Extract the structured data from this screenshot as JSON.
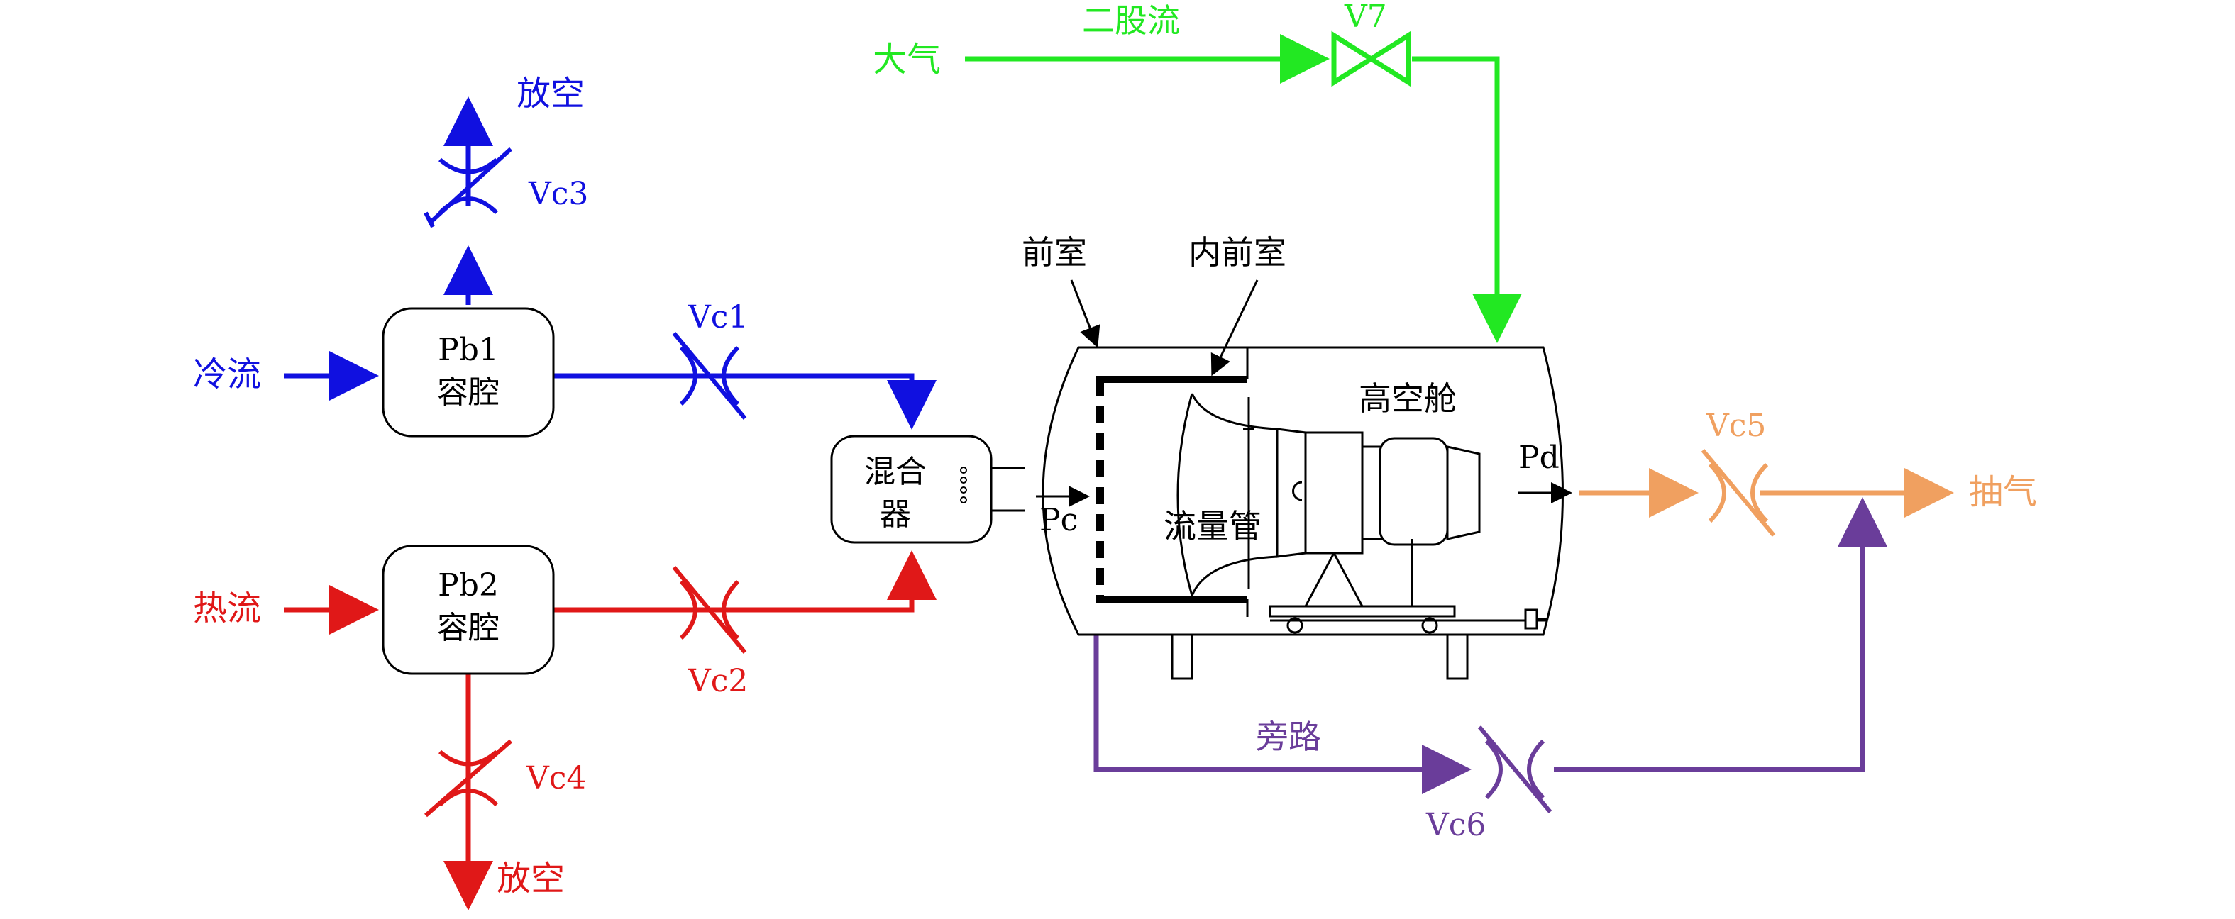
{
  "colors": {
    "cold": "#1010e0",
    "hot": "#e01818",
    "secondary": "#22e822",
    "exhaust": "#f0a060",
    "bypass": "#6a3d9a",
    "equipment": "#000000"
  },
  "labels": {
    "cold_flow": "冷流",
    "hot_flow": "热流",
    "vent_top": "放空",
    "vent_bottom": "放空",
    "vc1": "Vc1",
    "vc2": "Vc2",
    "vc3": "Vc3",
    "vc4": "Vc4",
    "vc5": "Vc5",
    "vc6": "Vc6",
    "v7": "V7",
    "atmosphere": "大气",
    "secondary_flow": "二股流",
    "exhaust": "抽气",
    "bypass": "旁路",
    "pc": "Pc",
    "pd": "Pd",
    "front_chamber": "前室",
    "inner_front_chamber": "内前室",
    "altitude_chamber": "高空舱",
    "flow_tube": "流量管"
  },
  "pb1": {
    "line1": "Pb1",
    "line2": "容腔"
  },
  "pb2": {
    "line1": "Pb2",
    "line2": "容腔"
  },
  "mixer": {
    "line1": "混合",
    "line2": "器"
  }
}
